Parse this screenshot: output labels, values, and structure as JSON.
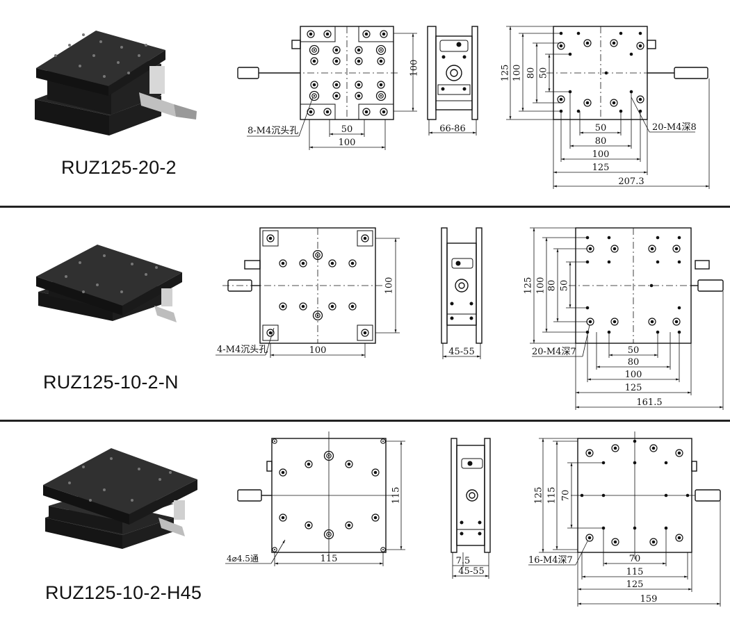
{
  "sections": [
    {
      "model": "RUZ125-20-2",
      "top_view": {
        "hole_callout": "8-M4沉头孔",
        "dim_pitch": "50",
        "dim_width": "100",
        "dim_height": "100"
      },
      "side_view": {
        "dim_range": "66-86"
      },
      "bottom_view": {
        "hole_callout": "20-M4深8",
        "dims_h": [
          "50",
          "80",
          "100",
          "125",
          "207.3"
        ],
        "dims_v": [
          "125",
          "100",
          "80",
          "50"
        ]
      }
    },
    {
      "model": "RUZ125-10-2-N",
      "top_view": {
        "hole_callout": "4-M4沉头孔",
        "dim_width": "100",
        "dim_height": "100"
      },
      "side_view": {
        "dim_range": "45-55"
      },
      "bottom_view": {
        "hole_callout": "20-M4深7",
        "dims_h": [
          "50",
          "80",
          "100",
          "125",
          "161.5"
        ],
        "dims_v": [
          "125",
          "100",
          "80",
          "50"
        ]
      }
    },
    {
      "model": "RUZ125-10-2-H45",
      "top_view": {
        "hole_callout": "4⌀4.5通",
        "dim_width": "115",
        "dim_height": "115"
      },
      "side_view": {
        "dim_small": "7.5",
        "dim_range": "45-55"
      },
      "bottom_view": {
        "hole_callout": "16-M4深7",
        "dims_h": [
          "70",
          "115",
          "125",
          "159"
        ],
        "dims_v": [
          "125",
          "115",
          "70"
        ]
      }
    }
  ],
  "colors": {
    "line": "#111111",
    "stage_body": "#1b1b1b",
    "stage_top": "#2a2a2a",
    "micrometer": "#b8b8b8"
  }
}
